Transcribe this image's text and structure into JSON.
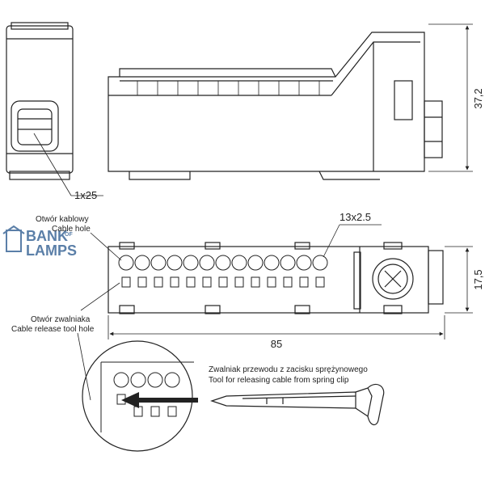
{
  "logo": {
    "line1": "BANK",
    "of": "OF",
    "line2": "LAMPS"
  },
  "labels": {
    "cable_hole_pl": "Otwór kablowy",
    "cable_hole_en": "Cable hole",
    "release_hole_pl": "Otwór zwalniaka",
    "release_hole_en": "Cable release tool hole",
    "tool_pl": "Zwalniak przewodu z zacisku sprężynowego",
    "tool_en": "Tool for releasing cable from spring clip"
  },
  "dimensions": {
    "count_side": "1x25",
    "count_top": "13x2.5",
    "height_side": "37,2",
    "height_top": "17,5",
    "length": "85"
  },
  "colors": {
    "line": "#222222",
    "logo": "#5b7fa8"
  }
}
